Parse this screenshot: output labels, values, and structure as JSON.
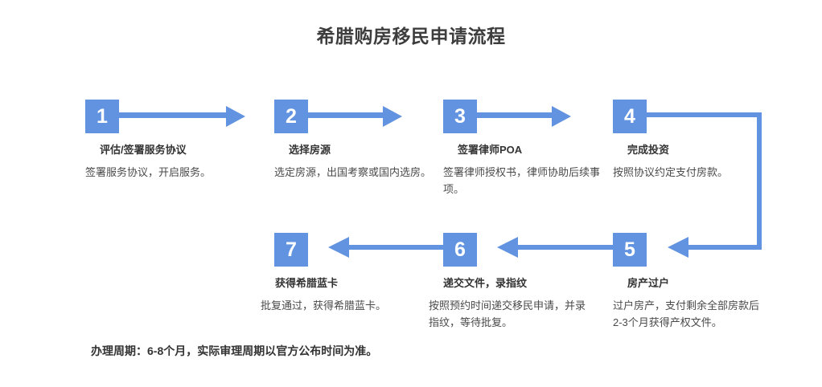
{
  "title": "希腊购房移民申请流程",
  "accent_color": "#6293e0",
  "title_color": "#3d3d3d",
  "text_color": "#4a4a4a",
  "footer": "办理周期：6-8个月，实际审理周期以官方公布时间为准。",
  "steps": [
    {
      "number": "1",
      "title": "评估/签署服务协议",
      "desc": "签署服务协议，开启服务。"
    },
    {
      "number": "2",
      "title": "选择房源",
      "desc": "选定房源，出国考察或国内选房。"
    },
    {
      "number": "3",
      "title": "签署律师POA",
      "desc": "签署律师授权书，律师协助后续事项。"
    },
    {
      "number": "4",
      "title": "完成投资",
      "desc": "按照协议约定支付房款。"
    },
    {
      "number": "5",
      "title": "房产过户",
      "desc": "过户房产，支付剩余全部房款后2-3个月获得产权文件。"
    },
    {
      "number": "6",
      "title": "递交文件，录指纹",
      "desc": "按照预约时间递交移民申请，并录指纹，等待批复。"
    },
    {
      "number": "7",
      "title": "获得希腊蓝卡",
      "desc": "批复通过，获得希腊蓝卡。"
    }
  ]
}
